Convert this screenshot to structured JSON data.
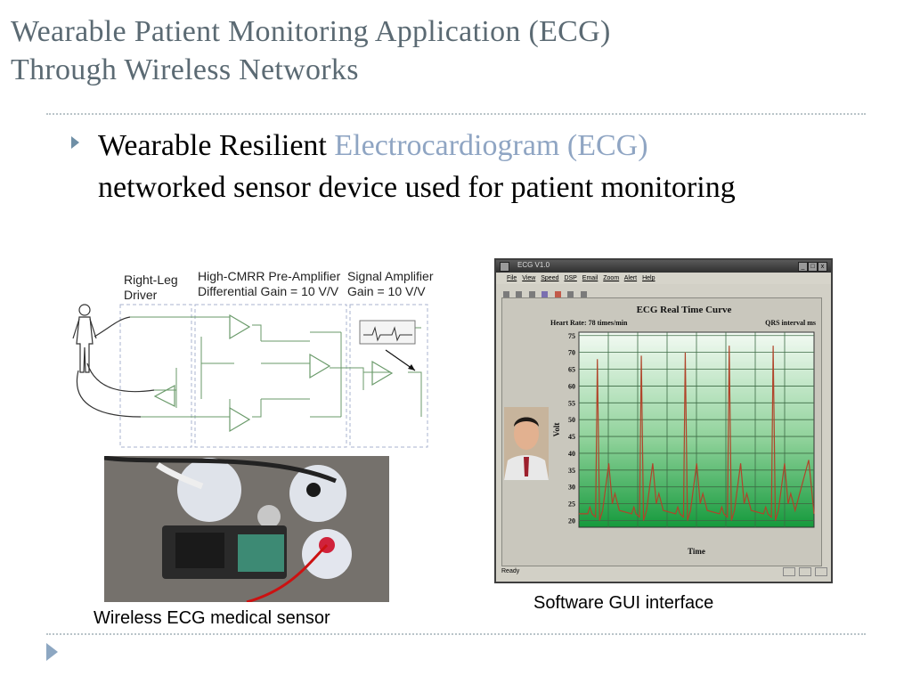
{
  "slide": {
    "title_line1": "Wearable Patient Monitoring Application (ECG)",
    "title_line2": "Through Wireless Networks",
    "bullet_part1": "Wearable Resilient",
    "bullet_accent": "Electrocardiogram (ECG)",
    "bullet_part2": "networked sensor device used for patient monitoring",
    "caption_left": "Wireless ECG medical sensor",
    "caption_right": "Software GUI interface",
    "colors": {
      "title": "#5b6a73",
      "accent": "#8fa5c3",
      "bullet_arrow": "#6f8fa6"
    }
  },
  "circuit": {
    "label_rld_1": "Right-Leg",
    "label_rld_2": "Driver",
    "label_pre_1": "High-CMRR Pre-Amplifier",
    "label_pre_2": "Differential Gain = 10 V/V",
    "label_amp_1": "Signal Amplifier",
    "label_amp_2": "Gain = 10 V/V"
  },
  "software": {
    "window_title": "ECG V1.0",
    "menu": [
      "File",
      "View",
      "Speed",
      "DSP",
      "Email",
      "Zoom",
      "Alert",
      "Help"
    ],
    "status": "Ready"
  },
  "chart_data": {
    "type": "line",
    "title": "ECG Real Time Curve",
    "heart_rate_label": "Heart Rate: 78 times/min",
    "qrs_label": "QRS interval  ms",
    "xlabel": "Time",
    "ylabel": "Volt",
    "ylim": [
      18,
      76
    ],
    "yticks": [
      20,
      25,
      30,
      35,
      40,
      45,
      50,
      55,
      60,
      65,
      70,
      75
    ],
    "grid": true,
    "beat_peaks": [
      68,
      69,
      70,
      72,
      72
    ],
    "baseline": 22
  }
}
